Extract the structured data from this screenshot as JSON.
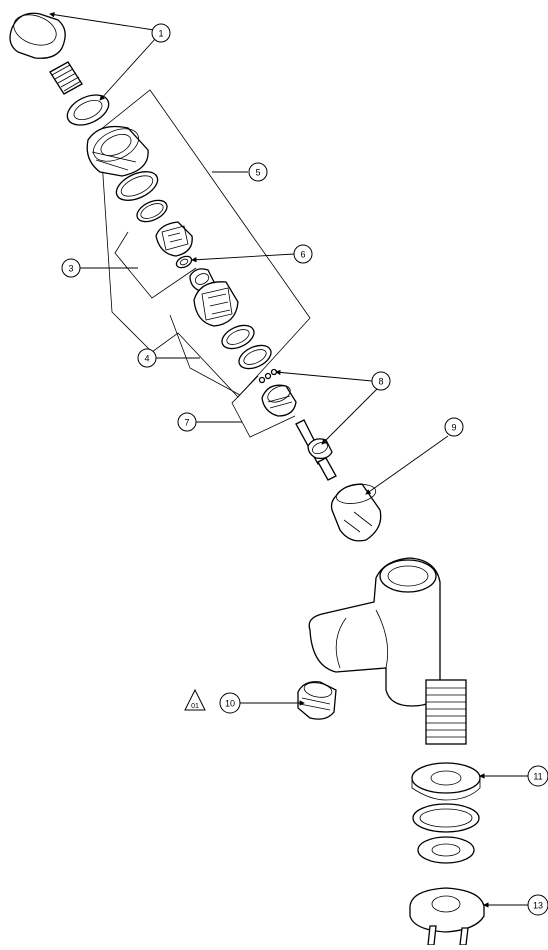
{
  "diagram": {
    "callouts": [
      "1",
      "3",
      "4",
      "5",
      "6",
      "7",
      "8",
      "9",
      "10",
      "11",
      "13"
    ],
    "revision_mark": "01"
  }
}
